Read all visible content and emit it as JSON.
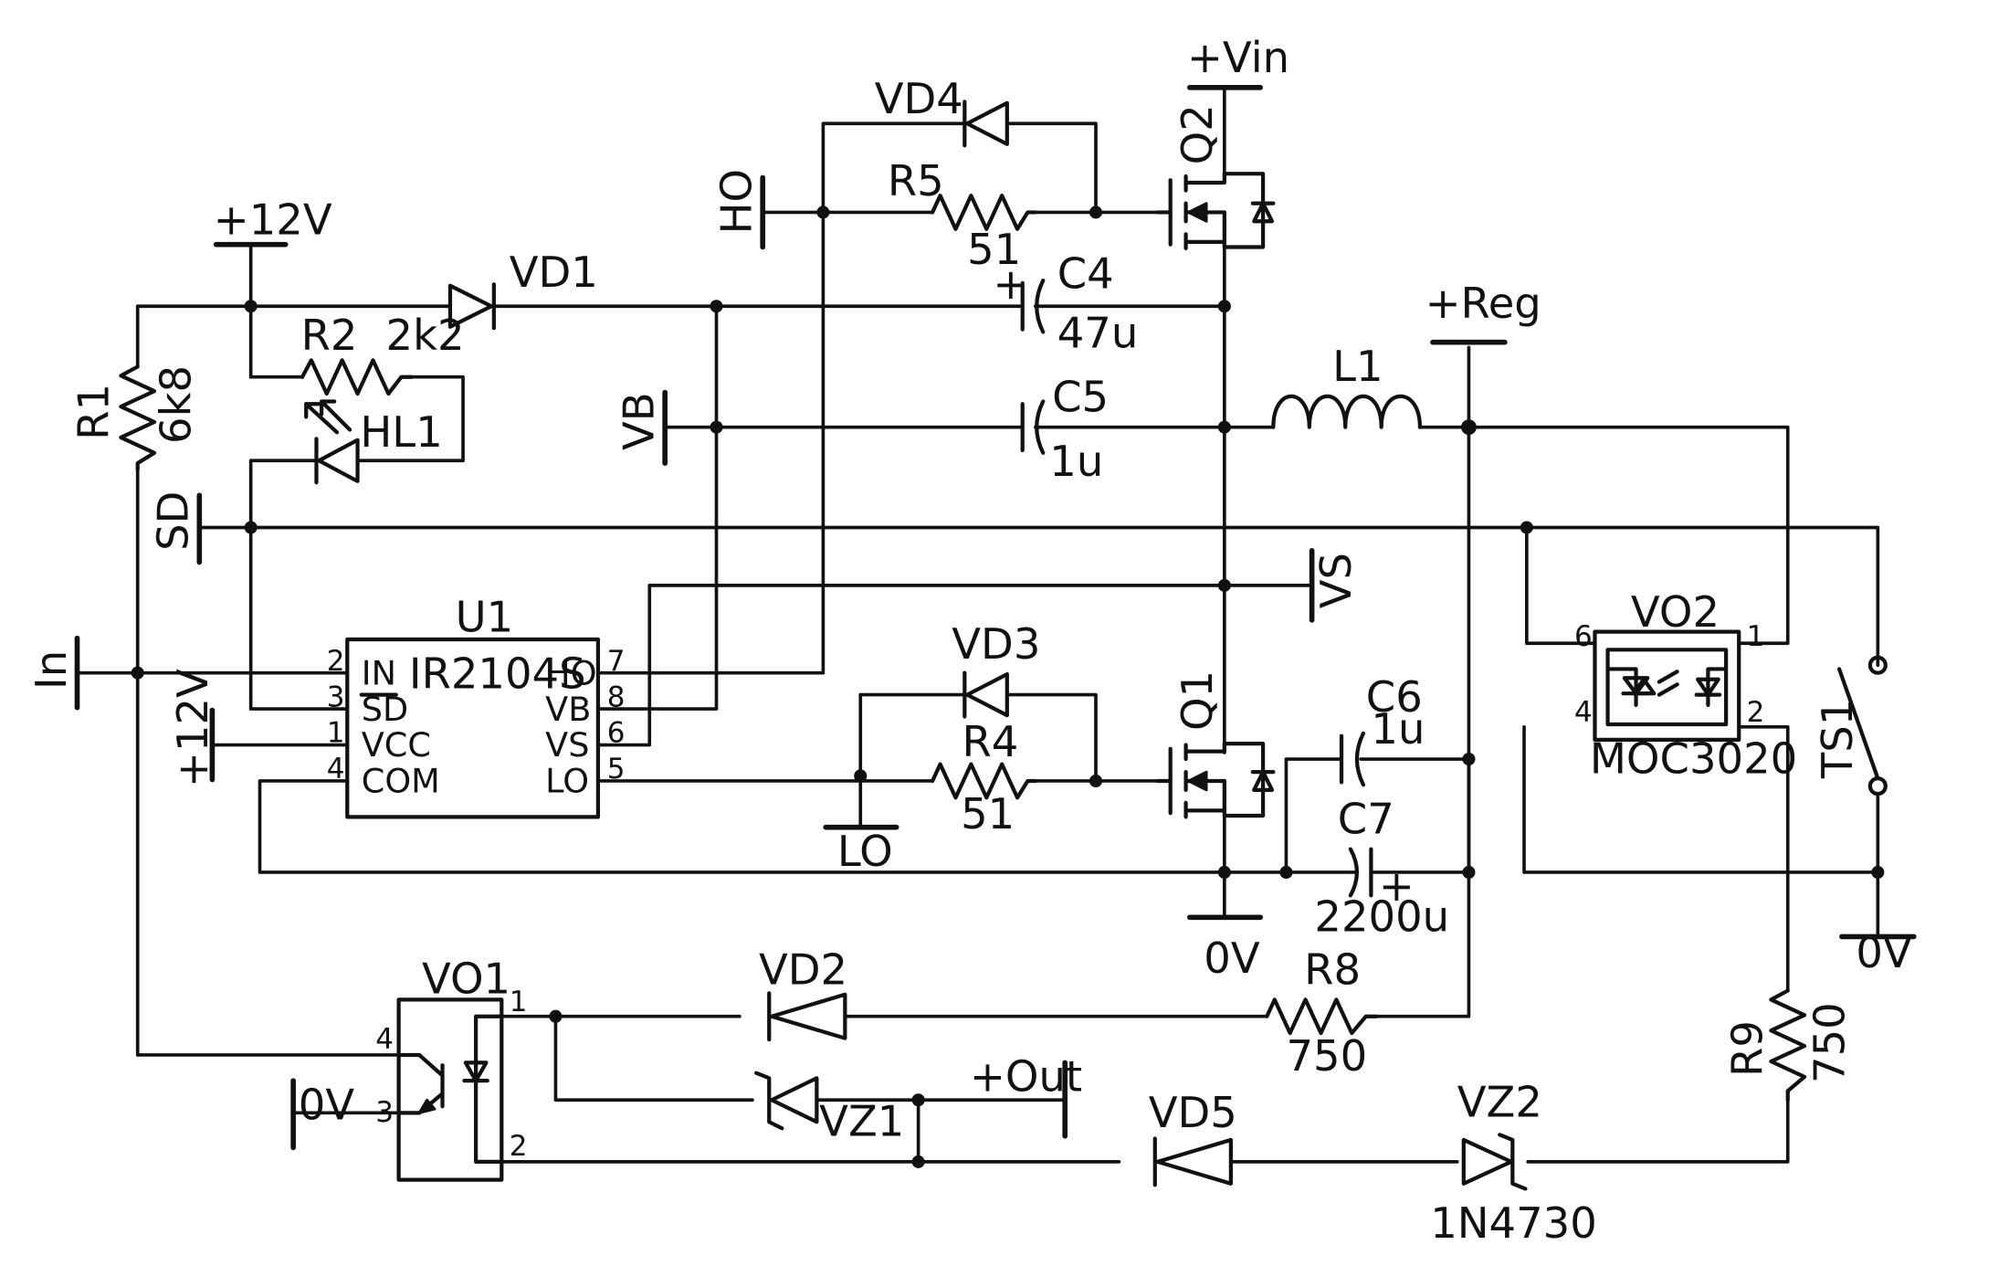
{
  "nets": {
    "vin": "+Vin",
    "v12_top": "+12V",
    "v12_left": "+12V",
    "reg": "+Reg",
    "ho": "HO",
    "vb": "VB",
    "sd": "SD",
    "vs": "VS",
    "in": "In",
    "lo": "LO",
    "gnd_main": "0V",
    "gnd_right": "0V",
    "gnd_vo1": "0V",
    "out": "+Out"
  },
  "components": {
    "vd1": {
      "ref": "VD1"
    },
    "vd2": {
      "ref": "VD2"
    },
    "vd3": {
      "ref": "VD3"
    },
    "vd4": {
      "ref": "VD4"
    },
    "vd5": {
      "ref": "VD5"
    },
    "vz1": {
      "ref": "VZ1"
    },
    "vz2": {
      "ref": "VZ2",
      "value": "1N4730"
    },
    "r1": {
      "ref": "R1",
      "value": "6k8"
    },
    "r2": {
      "ref": "R2",
      "value": "2k2"
    },
    "r4": {
      "ref": "R4",
      "value": "51"
    },
    "r5": {
      "ref": "R5",
      "value": "51"
    },
    "r8": {
      "ref": "R8",
      "value": "750"
    },
    "r9": {
      "ref": "R9",
      "value": "750"
    },
    "c4": {
      "ref": "C4",
      "value": "47u",
      "polarity": "+"
    },
    "c5": {
      "ref": "C5",
      "value": "1u"
    },
    "c6": {
      "ref": "C6",
      "value": "1u"
    },
    "c7": {
      "ref": "C7",
      "value": "2200u",
      "polarity": "+"
    },
    "l1": {
      "ref": "L1"
    },
    "hl1": {
      "ref": "HL1"
    },
    "q1": {
      "ref": "Q1"
    },
    "q2": {
      "ref": "Q2"
    },
    "ts1": {
      "ref": "TS1"
    },
    "u1": {
      "ref": "U1",
      "part": "IR2104S",
      "pins_left": [
        {
          "num": "2",
          "name": "IN"
        },
        {
          "num": "3",
          "name": "SD"
        },
        {
          "num": "1",
          "name": "VCC"
        },
        {
          "num": "4",
          "name": "COM"
        }
      ],
      "pins_right": [
        {
          "num": "7",
          "name": "HO"
        },
        {
          "num": "8",
          "name": "VB"
        },
        {
          "num": "6",
          "name": "VS"
        },
        {
          "num": "5",
          "name": "LO"
        }
      ]
    },
    "vo1": {
      "ref": "VO1",
      "pins": {
        "p1": "1",
        "p2": "2",
        "p3": "3",
        "p4": "4"
      }
    },
    "vo2": {
      "ref": "VO2",
      "part": "MOC3020",
      "pins": {
        "p1": "1",
        "p2": "2",
        "p4": "4",
        "p6": "6"
      }
    }
  }
}
